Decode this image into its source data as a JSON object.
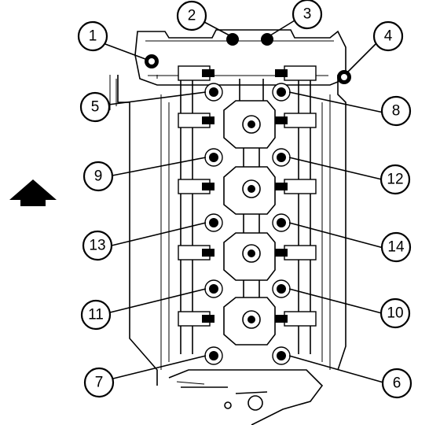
{
  "diagram": {
    "bolt_callouts": [
      {
        "id": "c1",
        "label": "1"
      },
      {
        "id": "c2",
        "label": "2"
      },
      {
        "id": "c3",
        "label": "3"
      },
      {
        "id": "c4",
        "label": "4"
      },
      {
        "id": "c5",
        "label": "5"
      },
      {
        "id": "c8",
        "label": "8"
      },
      {
        "id": "c9",
        "label": "9"
      },
      {
        "id": "c12",
        "label": "12"
      },
      {
        "id": "c13",
        "label": "13"
      },
      {
        "id": "c14",
        "label": "14"
      },
      {
        "id": "c11",
        "label": "11"
      },
      {
        "id": "c10",
        "label": "10"
      },
      {
        "id": "c7",
        "label": "7"
      },
      {
        "id": "c6",
        "label": "6"
      }
    ],
    "direction_arrow_icon": "arrow-up-icon"
  }
}
